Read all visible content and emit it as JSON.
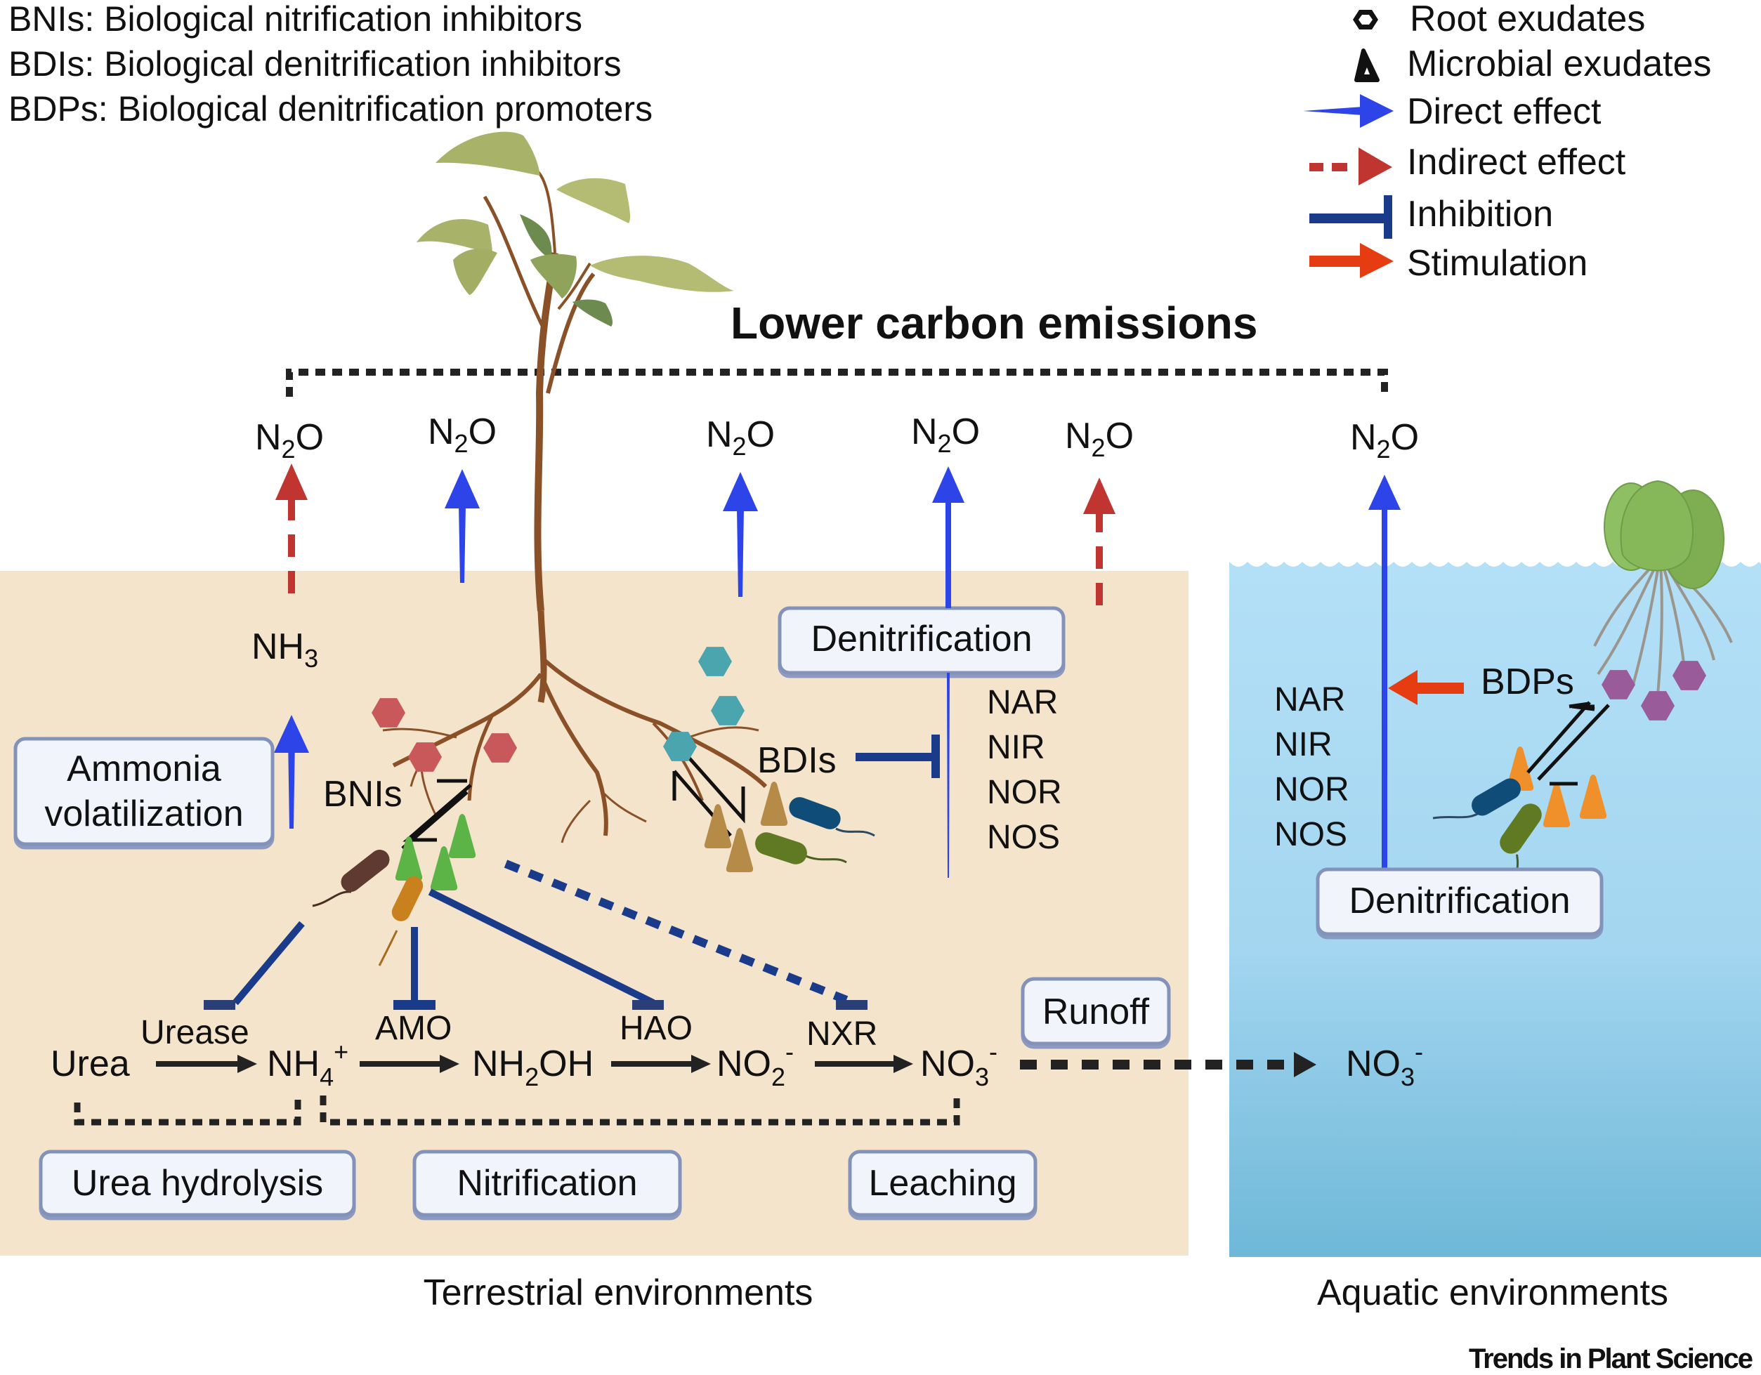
{
  "abbreviations": [
    "BNIs: Biological nitrification inhibitors",
    "BDIs: Biological denitrification inhibitors",
    "BDPs: Biological denitrification promoters"
  ],
  "legend": {
    "root_exudates": {
      "label": "Root exudates",
      "icon": "hexagon-icon"
    },
    "microbial_exudates": {
      "label": "Microbial exudates",
      "icon": "triangle-icon"
    },
    "direct_effect": {
      "label": "Direct effect",
      "icon": "blue-arrow-icon",
      "color": "#2d45e8"
    },
    "indirect_effect": {
      "label": "Indirect effect",
      "icon": "red-dashed-arrow-icon",
      "color": "#c0352f"
    },
    "inhibition": {
      "label": "Inhibition",
      "icon": "inhibition-bar-icon",
      "color": "#1a3a8a"
    },
    "stimulation": {
      "label": "Stimulation",
      "icon": "orange-arrow-icon",
      "color": "#e63c12"
    }
  },
  "title": "Lower carbon emissions",
  "gases": {
    "n2o": {
      "main": "N",
      "sub": "2",
      "tail": "O"
    },
    "nh3": {
      "main": "NH",
      "sub": "3"
    }
  },
  "pathway": {
    "urea": "Urea",
    "nh4": {
      "main": "NH",
      "sub": "4",
      "sup": "+"
    },
    "nh2oh": {
      "main": "NH",
      "sub": "2",
      "tail": "OH"
    },
    "no2": {
      "main": "NO",
      "sub": "2",
      "sup": "-"
    },
    "no3": {
      "main": "NO",
      "sub": "3",
      "sup": "-"
    },
    "enzymes": [
      "Urease",
      "AMO",
      "HAO",
      "NXR"
    ]
  },
  "denitrification_enzymes": [
    "NAR",
    "NIR",
    "NOR",
    "NOS"
  ],
  "agents": {
    "bnis": "BNIs",
    "bdis": "BDIs",
    "bdps": "BDPs"
  },
  "process_boxes": {
    "ammonia_volatilization": [
      "Ammonia",
      "volatilization"
    ],
    "denitrification": "Denitrification",
    "runoff": "Runoff",
    "urea_hydrolysis": "Urea hydrolysis",
    "nitrification": "Nitrification",
    "leaching": "Leaching",
    "aquatic_denitrification": "Denitrification"
  },
  "environments": {
    "terrestrial": "Terrestrial environments",
    "aquatic": "Aquatic environments"
  },
  "brand": "Trends in Plant Science",
  "colors": {
    "soil": "#f5e4cc",
    "water_top": "#b3e0f7",
    "water_bottom": "#6fb8d8",
    "box_fill": "#f1f5fb",
    "box_border": "#7f8fb5",
    "root_brown": "#8a5028",
    "bni_hex": "#c9585a",
    "bdi_hex": "#4ba5ae",
    "bdp_hex": "#9a5b9a",
    "bni_tri": "#5cb446",
    "bdi_tri": "#b68a47",
    "bdp_tri": "#f0902a"
  }
}
